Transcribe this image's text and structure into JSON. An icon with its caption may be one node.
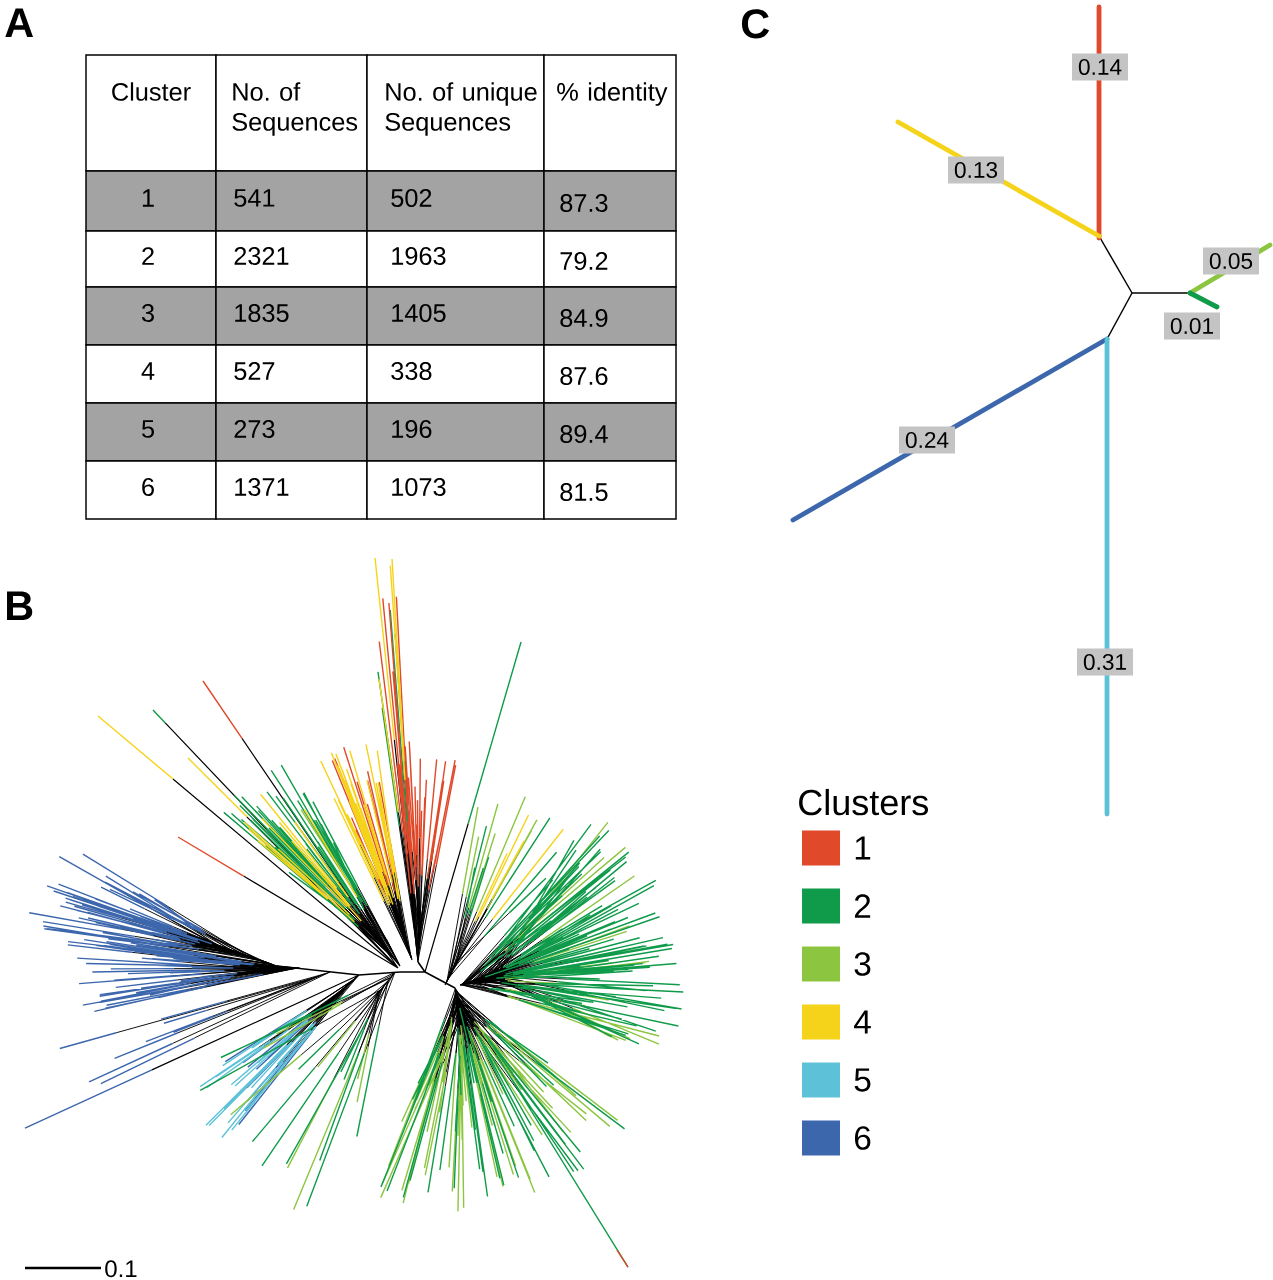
{
  "diagram": {
    "labels": [
      "A",
      "Cluster",
      "No. of Sequences",
      "No. of unique Sequences",
      "% identity",
      "1",
      "541",
      "502",
      "87.3",
      "2",
      "2321",
      "1963",
      "79.2",
      "3",
      "1835",
      "1405",
      "84.9",
      "4",
      "527",
      "338",
      "87.6",
      "5",
      "273",
      "196",
      "89.4",
      "6",
      "1371",
      "1073",
      "81.5",
      "B",
      "C",
      "0.14",
      "0.13",
      "0.05",
      "0.01",
      "0.24",
      "0.31",
      "Clusters",
      "0.1"
    ],
    "legend": [
      {
        "text": "1",
        "color": "#e0492a"
      },
      {
        "text": "2",
        "color": "#0f9b4a"
      },
      {
        "text": "3",
        "color": "#8cc540"
      },
      {
        "text": "4",
        "color": "#f6d31b"
      },
      {
        "text": "5",
        "color": "#5dc2d8"
      },
      {
        "text": "6",
        "color": "#3d67ad"
      }
    ]
  }
}
